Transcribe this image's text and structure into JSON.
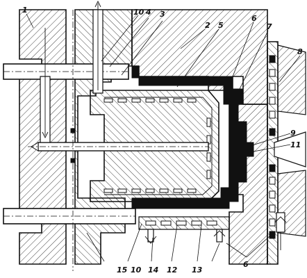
{
  "callouts": {
    "c1": "1",
    "c2": "2",
    "c3": "3",
    "c4": "4",
    "c5": "5",
    "c6": "6",
    "c7": "7",
    "c8": "8",
    "c9": "9",
    "c10": "10",
    "c11": "11",
    "c12": "12",
    "c13": "13",
    "c14": "14",
    "c15": "15"
  },
  "colors": {
    "ink": "#111111",
    "paper": "#ffffff"
  }
}
